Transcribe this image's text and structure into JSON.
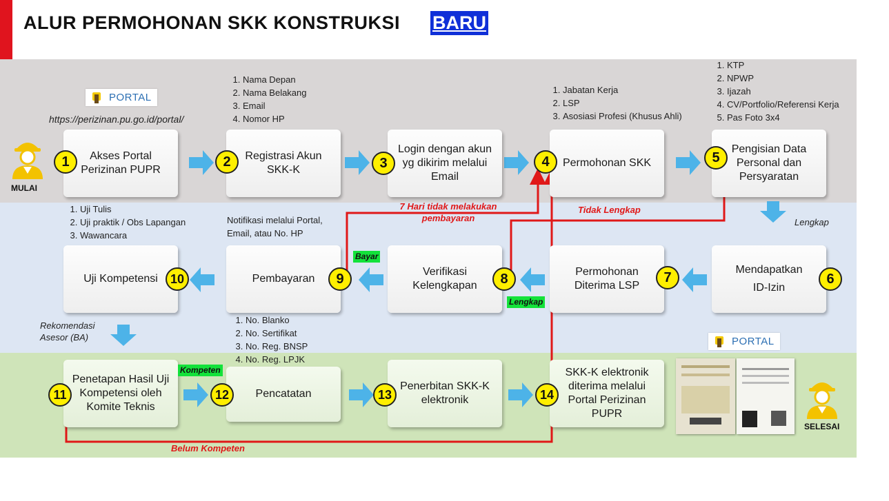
{
  "title": {
    "text": "ALUR PERMOHONAN SKK KONSTRUKSI",
    "badge": "BARU"
  },
  "portal": {
    "label": "PORTAL",
    "url": "https://perizinan.pu.go.id/portal/"
  },
  "start_label": "MULAI",
  "end_label": "SELESAI",
  "steps": [
    {
      "num": "1",
      "label": "Akses Portal\nPerizinan PUPR"
    },
    {
      "num": "2",
      "label": "Registrasi Akun\nSKK-K"
    },
    {
      "num": "3",
      "label": "Login dengan akun\nyg dikirim melalui\nEmail"
    },
    {
      "num": "4",
      "label": "Permohonan SKK"
    },
    {
      "num": "5",
      "label": "Pengisian Data\nPersonal dan\nPersyaratan"
    },
    {
      "num": "6",
      "label": "Mendapatkan\nID-Izin"
    },
    {
      "num": "7",
      "label": "Permohonan\nDiterima LSP"
    },
    {
      "num": "8",
      "label": "Verifikasi\nKelengkapan"
    },
    {
      "num": "9",
      "label": "Pembayaran"
    },
    {
      "num": "10",
      "label": "Uji Kompetensi"
    },
    {
      "num": "11",
      "label": "Penetapan Hasil Uji\nKompetensi oleh\nKomite Teknis"
    },
    {
      "num": "12",
      "label": "Pencatatan"
    },
    {
      "num": "13",
      "label": "Penerbitan SKK-K\nelektronik"
    },
    {
      "num": "14",
      "label": "SKK-K elektronik\nditerima melalui\nPortal Perizinan\nPUPR"
    }
  ],
  "notes": {
    "registrasi": [
      "Nama Depan",
      "Nama Belakang",
      "Email",
      "Nomor HP"
    ],
    "permohonan": [
      "Jabatan Kerja",
      "LSP",
      "Asosiasi Profesi (Khusus Ahli)"
    ],
    "persyaratan": [
      "KTP",
      "NPWP",
      "Ijazah",
      "CV/Portfolio/Referensi Kerja",
      "Pas Foto 3x4"
    ],
    "uji": [
      "Uji Tulis",
      "Uji praktik / Obs Lapangan",
      "Wawancara"
    ],
    "notifikasi": "Notifikasi melalui Portal,\nEmail, atau No. HP",
    "pencatatan": [
      "No. Blanko",
      "No. Sertifikat",
      "No. Reg. BNSP",
      "No. Reg. LPJK"
    ]
  },
  "labels": {
    "tujuh_hari": "7 Hari tidak melakukan\npembayaran",
    "tidak_lengkap": "Tidak Lengkap",
    "lengkap_top": "Lengkap",
    "bayar": "Bayar",
    "lengkap_green": "Lengkap",
    "rekomendasi": "Rekomendasi\nAsesor (BA)",
    "kompeten": "Kompeten",
    "belum_kompeten": "Belum Kompeten"
  },
  "colors": {
    "accent_red": "#e01818",
    "badge_blue": "#1030d8",
    "arrow_blue": "#4db3e8",
    "number_yellow": "#ffef00",
    "band_gray": "#d9d6d6",
    "band_blue": "#dde6f3",
    "band_green": "#cfe4b9"
  }
}
